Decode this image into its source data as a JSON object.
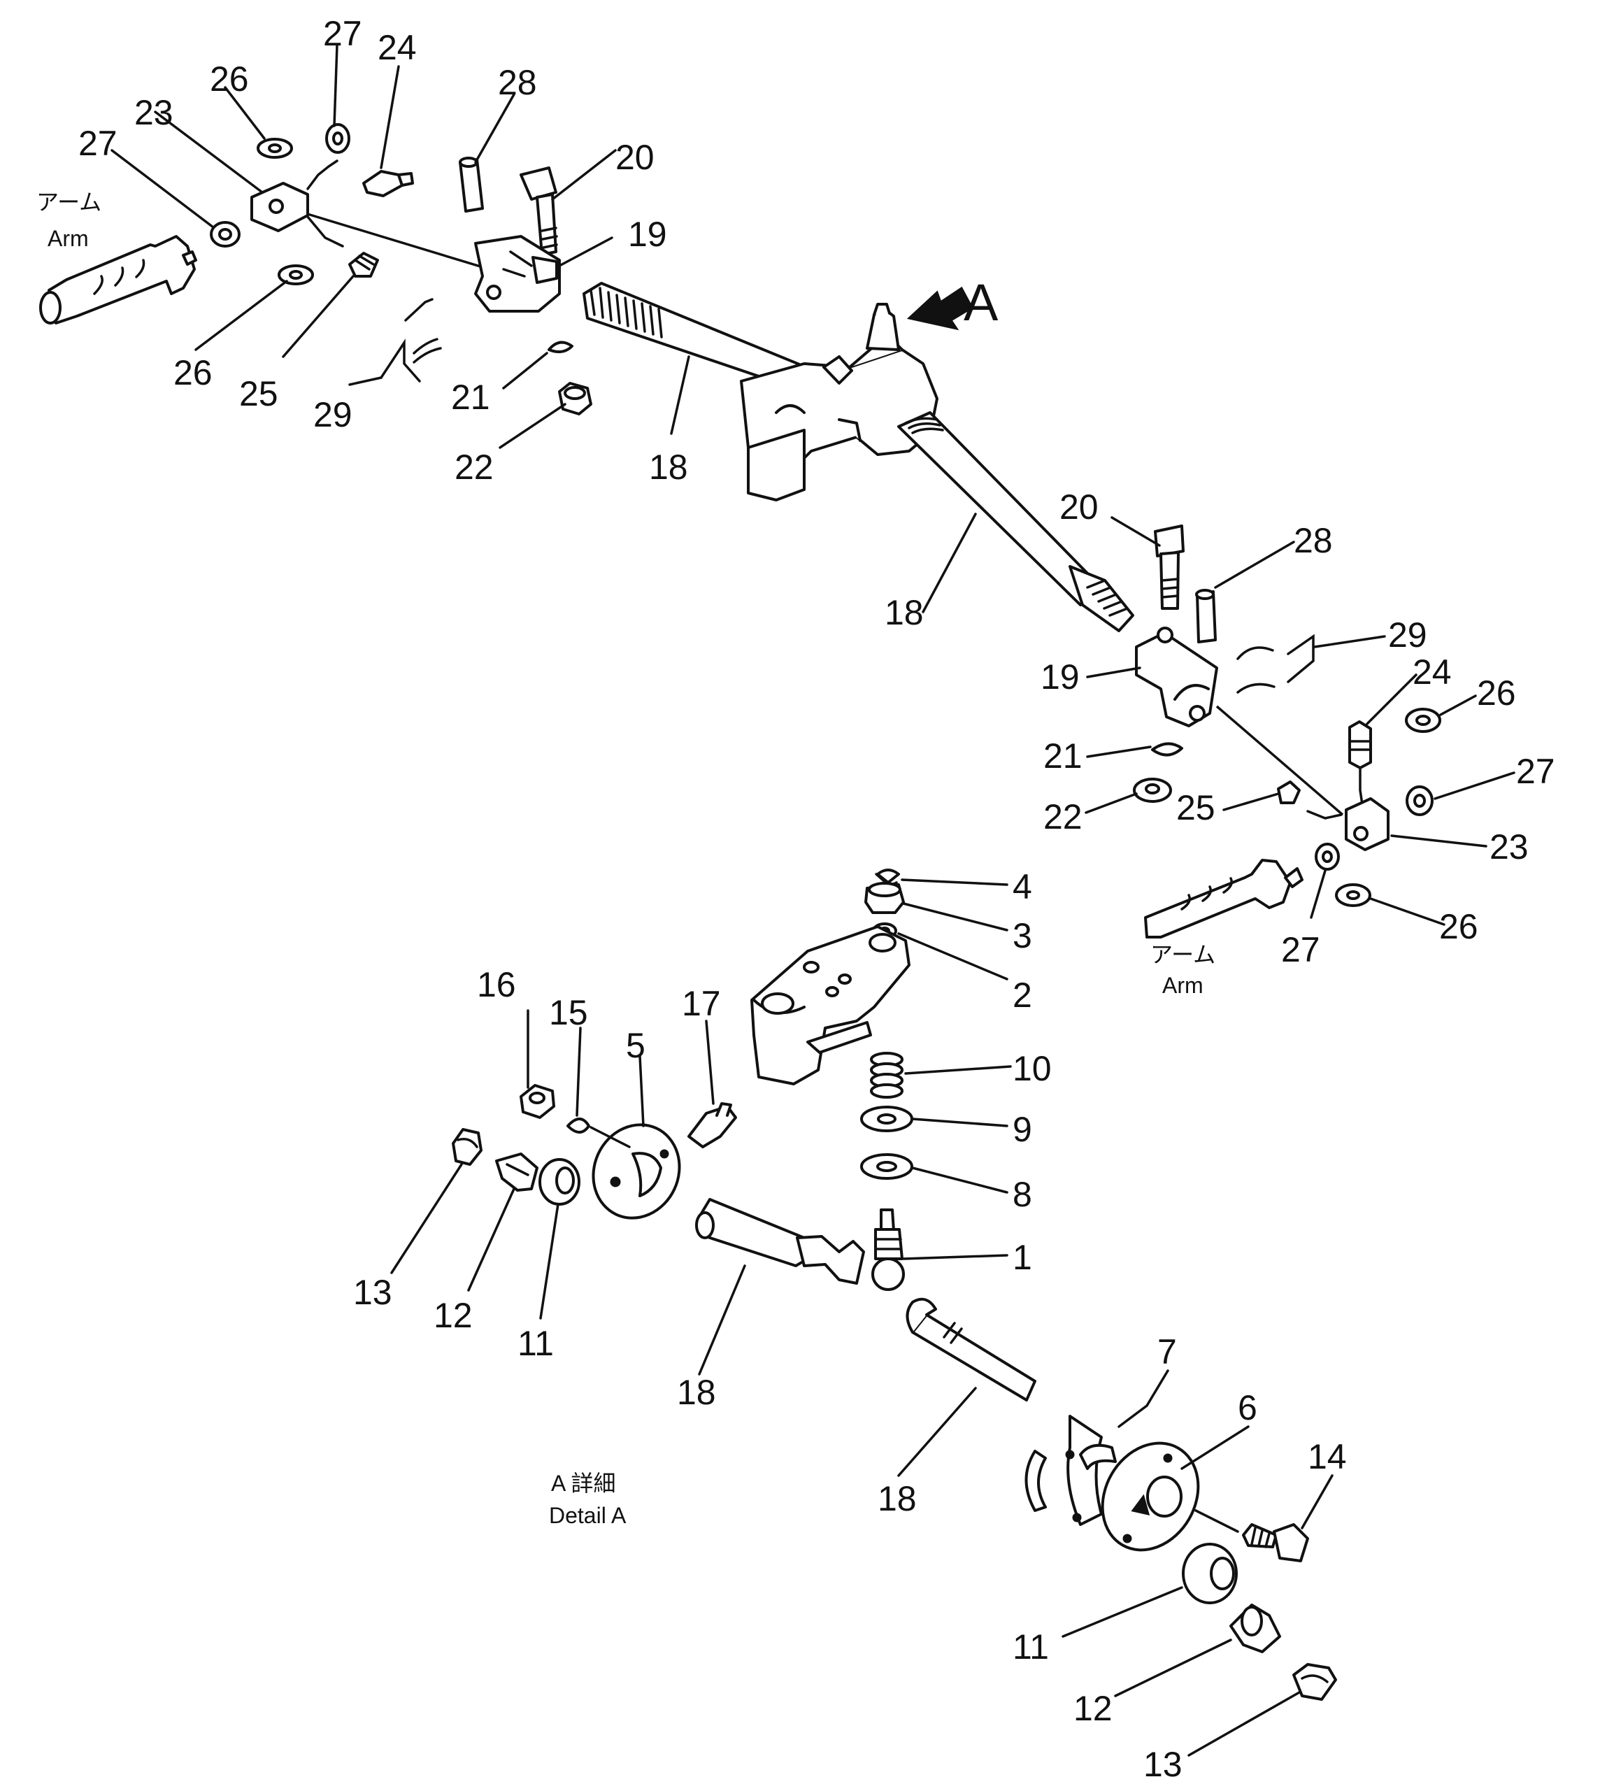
{
  "arm_label": {
    "jp": "アーム",
    "en": "Arm"
  },
  "view_letter": "A",
  "detail_caption": {
    "jp": "A 詳細",
    "en": "Detail A"
  },
  "callouts": {
    "upper_left": {
      "c27a": "27",
      "c24": "24",
      "c26a": "26",
      "c28": "28",
      "c23": "23",
      "c20": "20",
      "c27b": "27",
      "c19": "19",
      "c26b": "26",
      "c25": "25",
      "c29": "29",
      "c21": "21",
      "c22": "22",
      "c18": "18"
    },
    "upper_right": {
      "c18": "18",
      "c20": "20",
      "c28": "28",
      "c29": "29",
      "c19": "19",
      "c24": "24",
      "c26a": "26",
      "c21": "21",
      "c27a": "27",
      "c22": "22",
      "c25": "25",
      "c23": "23",
      "c26b": "26",
      "c27b": "27"
    },
    "detail": {
      "c4": "4",
      "c3": "3",
      "c2": "2",
      "c16": "16",
      "c15": "15",
      "c5": "5",
      "c17": "17",
      "c10": "10",
      "c9": "9",
      "c8": "8",
      "c1": "1",
      "c13a": "13",
      "c12a": "12",
      "c11a": "11",
      "c18a": "18",
      "c18b": "18",
      "c7": "7",
      "c6": "6",
      "c14": "14",
      "c11b": "11",
      "c12b": "12",
      "c13b": "13"
    }
  }
}
